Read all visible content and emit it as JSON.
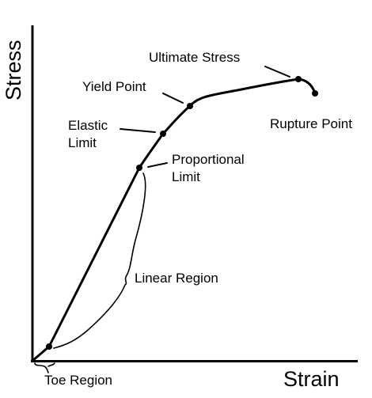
{
  "axes": {
    "y_title": "Stress",
    "x_title": "Strain"
  },
  "points": {
    "toe": "",
    "proportional_limit": "Proportional Limit",
    "elastic_limit": "Elastic Limit",
    "yield_point": "Yield Point",
    "ultimate_stress": "Ultimate Stress",
    "rupture_point": "Rupture Point"
  },
  "labels": {
    "proportional_line1": "Proportional",
    "proportional_line2": "Limit",
    "elastic_line1": "Elastic",
    "elastic_line2": "Limit",
    "yield": "Yield Point",
    "ultimate": "Ultimate Stress",
    "rupture": "Rupture Point"
  },
  "regions": {
    "linear": "Linear Region",
    "toe": "Toe Region"
  },
  "colors": {
    "ink": "#000000",
    "background": "#ffffff"
  }
}
